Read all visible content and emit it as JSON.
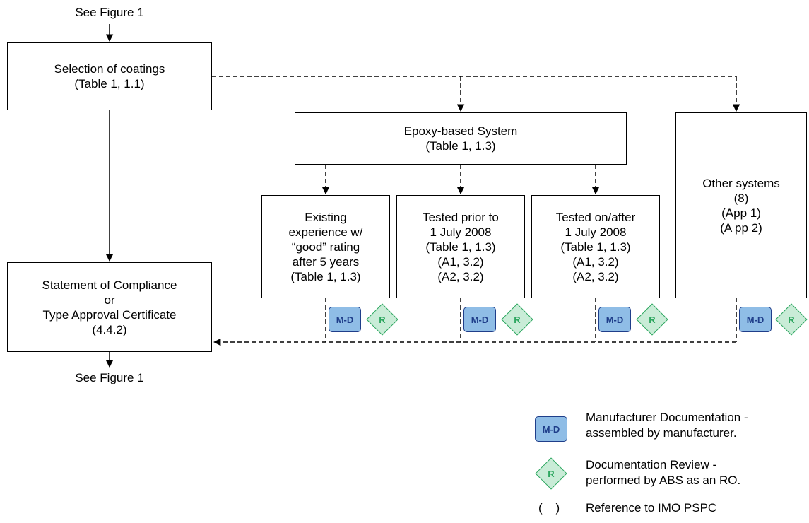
{
  "top_ref": "See Figure 1",
  "bottom_ref": "See Figure 1",
  "selection": {
    "line1": "Selection of coatings",
    "line2": "(Table 1, 1.1)"
  },
  "statement": {
    "line1": "Statement of Compliance",
    "line2": "or",
    "line3": "Type Approval Certificate",
    "line4": "(4.4.2)"
  },
  "epoxy": {
    "line1": "Epoxy-based System",
    "line2": "(Table 1, 1.3)"
  },
  "existing": {
    "line1": "Existing",
    "line2": "experience w/",
    "line3": "“good” rating",
    "line4": "after 5 years",
    "line5": "(Table 1, 1.3)"
  },
  "prior": {
    "line1": "Tested prior to",
    "line2": "1 July 2008",
    "line3": "(Table 1, 1.3)",
    "line4": "(A1, 3.2)",
    "line5": "(A2, 3.2)"
  },
  "after": {
    "line1": "Tested on/after",
    "line2": "1 July 2008",
    "line3": "(Table 1, 1.3)",
    "line4": "(A1, 3.2)",
    "line5": "(A2, 3.2)"
  },
  "other": {
    "line1": "Other systems",
    "line2": "(8)",
    "line3": "(App 1)",
    "line4": "(A pp 2)"
  },
  "badges": {
    "md": "M-D",
    "r": "R"
  },
  "legend": {
    "md_line1": "Manufacturer Documentation -",
    "md_line2": "assembled by manufacturer.",
    "r_line1": "Documentation Review -",
    "r_line2": "performed by ABS as an RO.",
    "paren_symbol": "(    )",
    "paren_text": "Reference to IMO PSPC"
  },
  "colors": {
    "md_fill": "#8fbde6",
    "md_border": "#1f3e8a",
    "r_fill": "#c9ecd7",
    "r_border": "#2ea760"
  }
}
